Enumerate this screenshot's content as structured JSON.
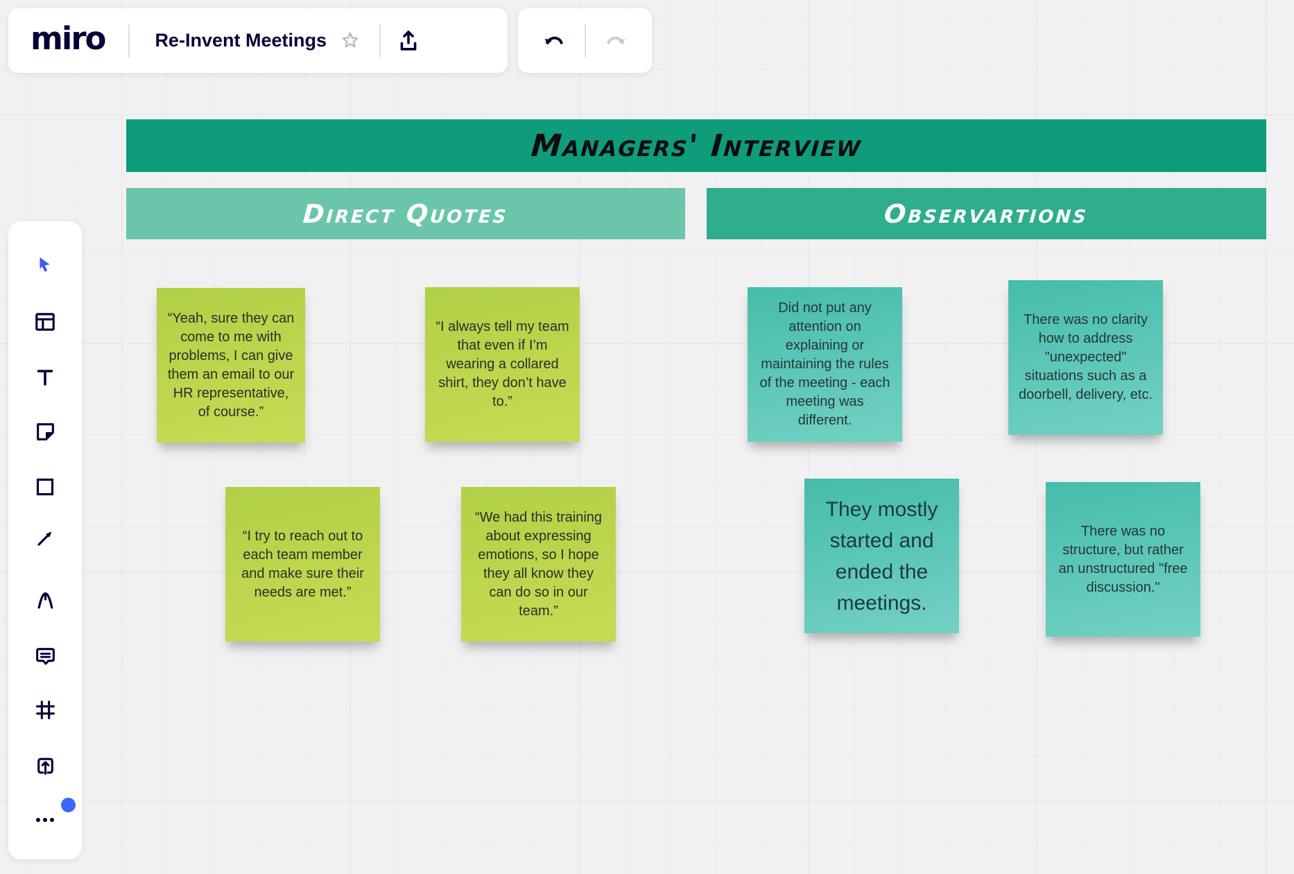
{
  "app": {
    "logo_text": "miro",
    "board_title": "Re-Invent Meetings"
  },
  "toolbar": {
    "undo_enabled": true,
    "redo_enabled": false
  },
  "sidebar": {
    "tools": [
      {
        "name": "select",
        "icon": "cursor-icon",
        "active": true
      },
      {
        "name": "templates",
        "icon": "templates-icon"
      },
      {
        "name": "text",
        "icon": "text-icon"
      },
      {
        "name": "sticky-note",
        "icon": "sticky-note-icon"
      },
      {
        "name": "shape",
        "icon": "shape-icon"
      },
      {
        "name": "arrow",
        "icon": "arrow-icon"
      },
      {
        "name": "pen",
        "icon": "pen-icon"
      },
      {
        "name": "comment",
        "icon": "comment-icon"
      },
      {
        "name": "frame",
        "icon": "frame-icon"
      },
      {
        "name": "upload",
        "icon": "upload-icon"
      },
      {
        "name": "more",
        "icon": "more-dots-icon",
        "notification_dot": true
      }
    ]
  },
  "board": {
    "title_banner": {
      "label": "Managers' Interview"
    },
    "column_banners": [
      {
        "label": "Direct Quotes"
      },
      {
        "label": "Observartions"
      }
    ],
    "sticky_notes": [
      {
        "group": "Direct Quotes",
        "color": "green",
        "text": "“Yeah, sure they can come to me with problems, I can give them an email to our HR representative, of course.”"
      },
      {
        "group": "Direct Quotes",
        "color": "green",
        "text": "“I always tell my team that even if I’m wearing a collared shirt, they don’t have to.”"
      },
      {
        "group": "Direct Quotes",
        "color": "green",
        "text": "“I try to reach out to each team member and make sure their needs are met.”"
      },
      {
        "group": "Direct Quotes",
        "color": "green",
        "text": "“We had this training about expressing emotions, so I hope they all know they can do so in our team.”"
      },
      {
        "group": "Observartions",
        "color": "teal",
        "text": "Did not put any attention on explaining or maintaining the rules of the meeting - each meeting was different."
      },
      {
        "group": "Observartions",
        "color": "teal",
        "text": "There was no clarity how to address \"unexpected\" situations such as a doorbell, delivery, etc."
      },
      {
        "group": "Observartions",
        "color": "teal",
        "text": "They mostly started and ended the meetings.",
        "emphasis": "large"
      },
      {
        "group": "Observartions",
        "color": "teal",
        "text": "There was no structure, but rather an unstructured \"free discussion.\""
      }
    ]
  },
  "colors": {
    "banner_primary": "#0f9c7b",
    "banner_light": "#6bc5aa",
    "banner_medium": "#2fad8d",
    "sticky_green": "#bcd74c",
    "sticky_teal": "#58c6b5",
    "accent_blue": "#3d5af8",
    "icon_navy": "#050038",
    "notification_blue": "#3b66ff"
  }
}
